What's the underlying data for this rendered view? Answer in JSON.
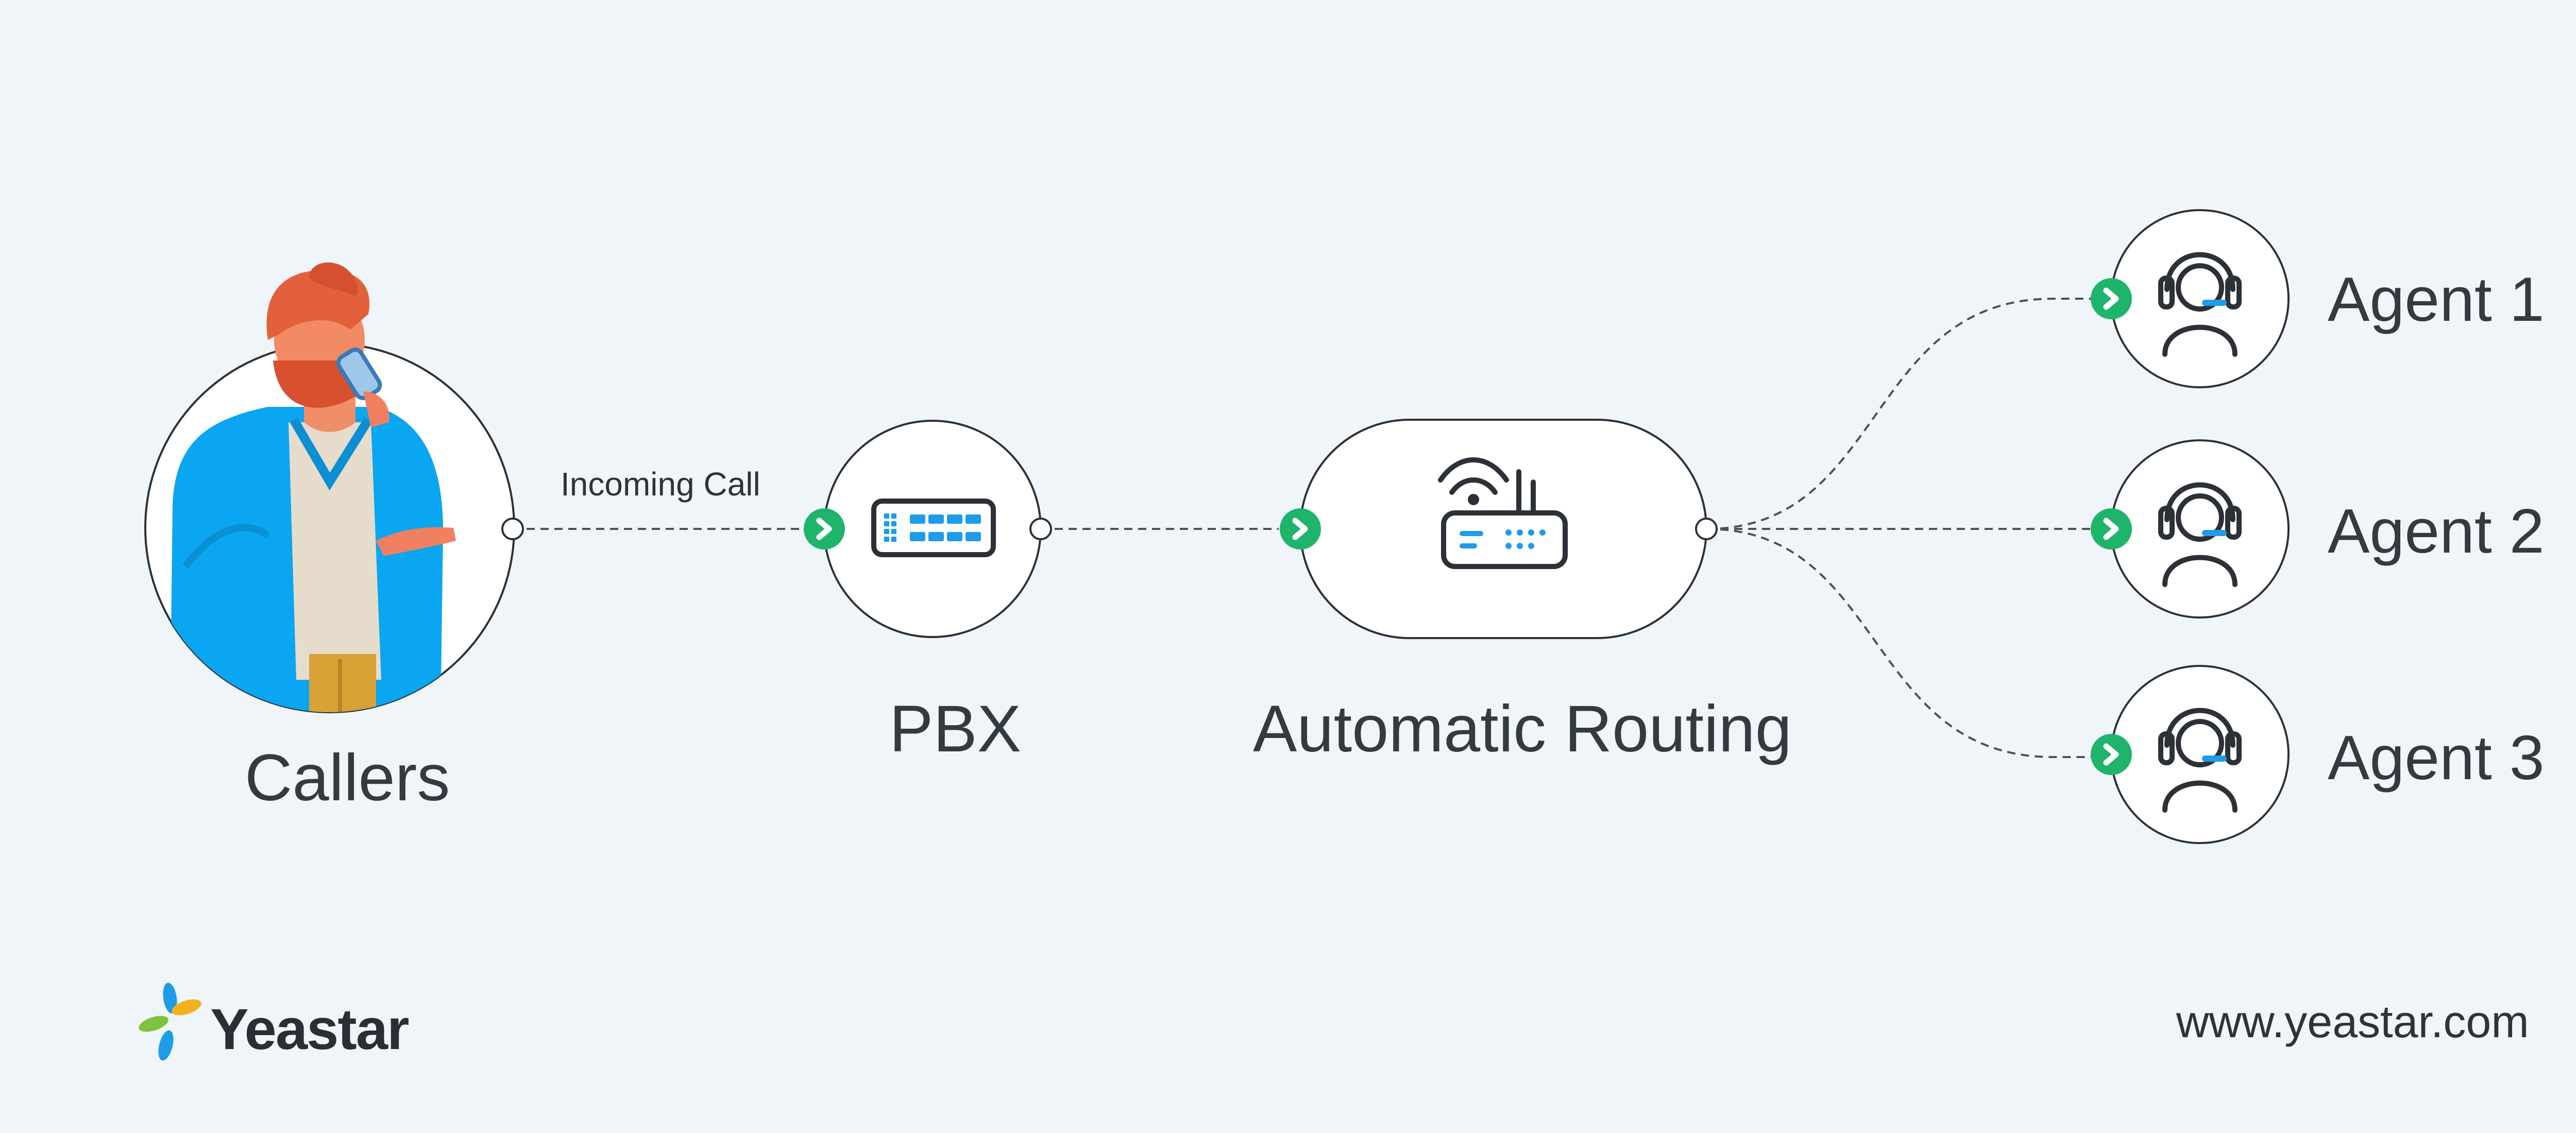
{
  "edge_label": "Incoming Call",
  "nodes": {
    "callers": "Callers",
    "pbx": "PBX",
    "routing": "Automatic Routing"
  },
  "agents": [
    "Agent 1",
    "Agent 2",
    "Agent 3"
  ],
  "footer": {
    "brand": "Yeastar",
    "url": "www.yeastar.com"
  },
  "colors": {
    "background": "#eff5f9",
    "accent_blue": "#1e9be9",
    "connector_green": "#1fb46b",
    "text": "#333a40"
  },
  "icons": [
    "person-on-phone-illustration",
    "pbx-device-icon",
    "router-icon",
    "agent-headset-icon",
    "chevron-right-icon",
    "yeastar-logo-icon"
  ]
}
